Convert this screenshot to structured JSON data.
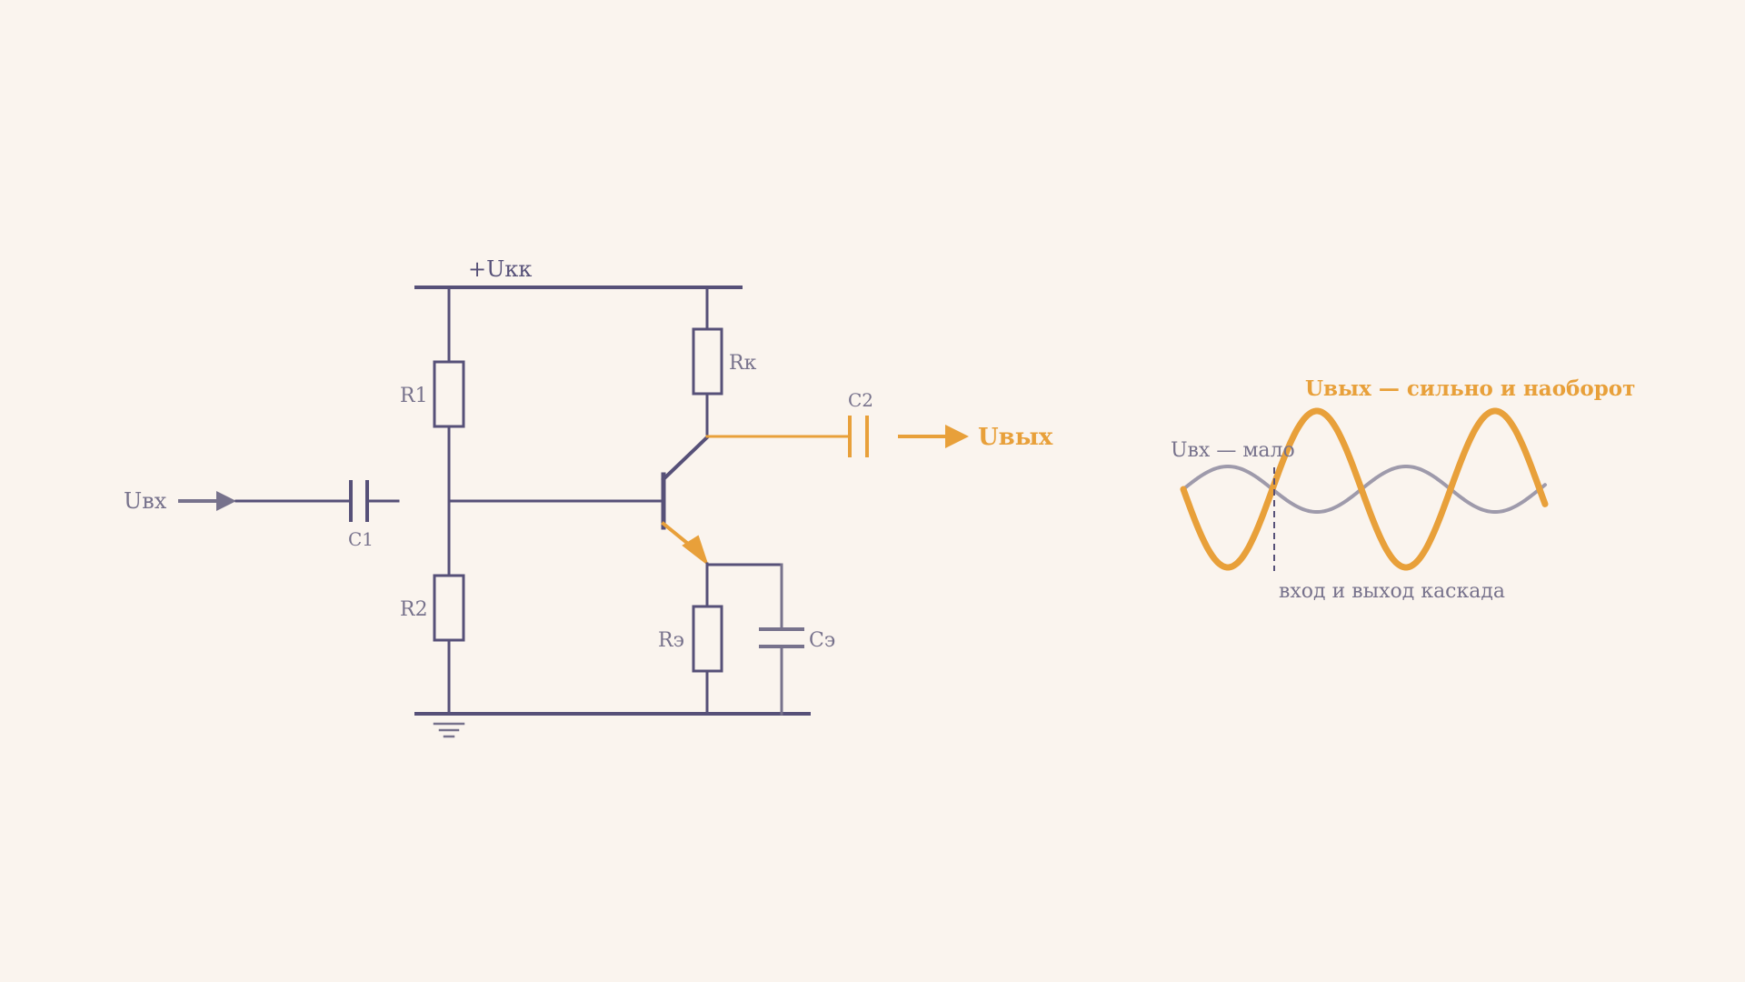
{
  "colors": {
    "background": "#faf4ee",
    "wire": "#565078",
    "label": "#77728c",
    "accent": "#e8a03a",
    "input_wave": "#9e9aab"
  },
  "circuit": {
    "supply_label": "+Uкк",
    "r1_label": "R1",
    "r2_label": "R2",
    "rk_label": "Rк",
    "re_label": "Rэ",
    "c1_label": "C1",
    "c2_label": "C2",
    "ce_label": "Cэ",
    "input_label": "Uвх",
    "output_label": "Uвых"
  },
  "waveform": {
    "output_caption": "Uвых — сильно и наоборот",
    "input_caption": "Uвх — мало",
    "bottom_caption": "вход и выход каскада"
  }
}
